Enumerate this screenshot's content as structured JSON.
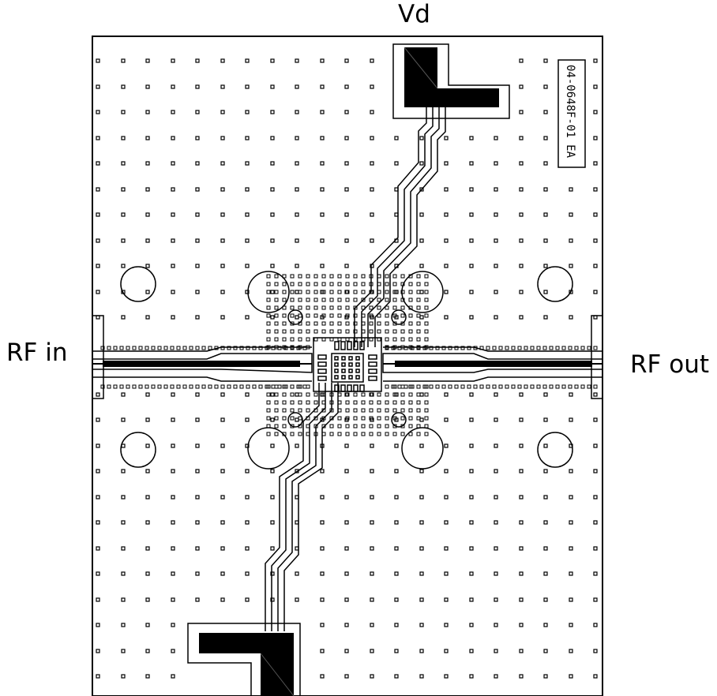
{
  "labels": {
    "vd": "Vd",
    "rf_in": "RF in",
    "rf_out": "RF out"
  },
  "board": {
    "part_number": "04-0648F-01 EA"
  },
  "colors": {
    "copper": "#000000",
    "background": "#ffffff",
    "outline": "#000000"
  }
}
